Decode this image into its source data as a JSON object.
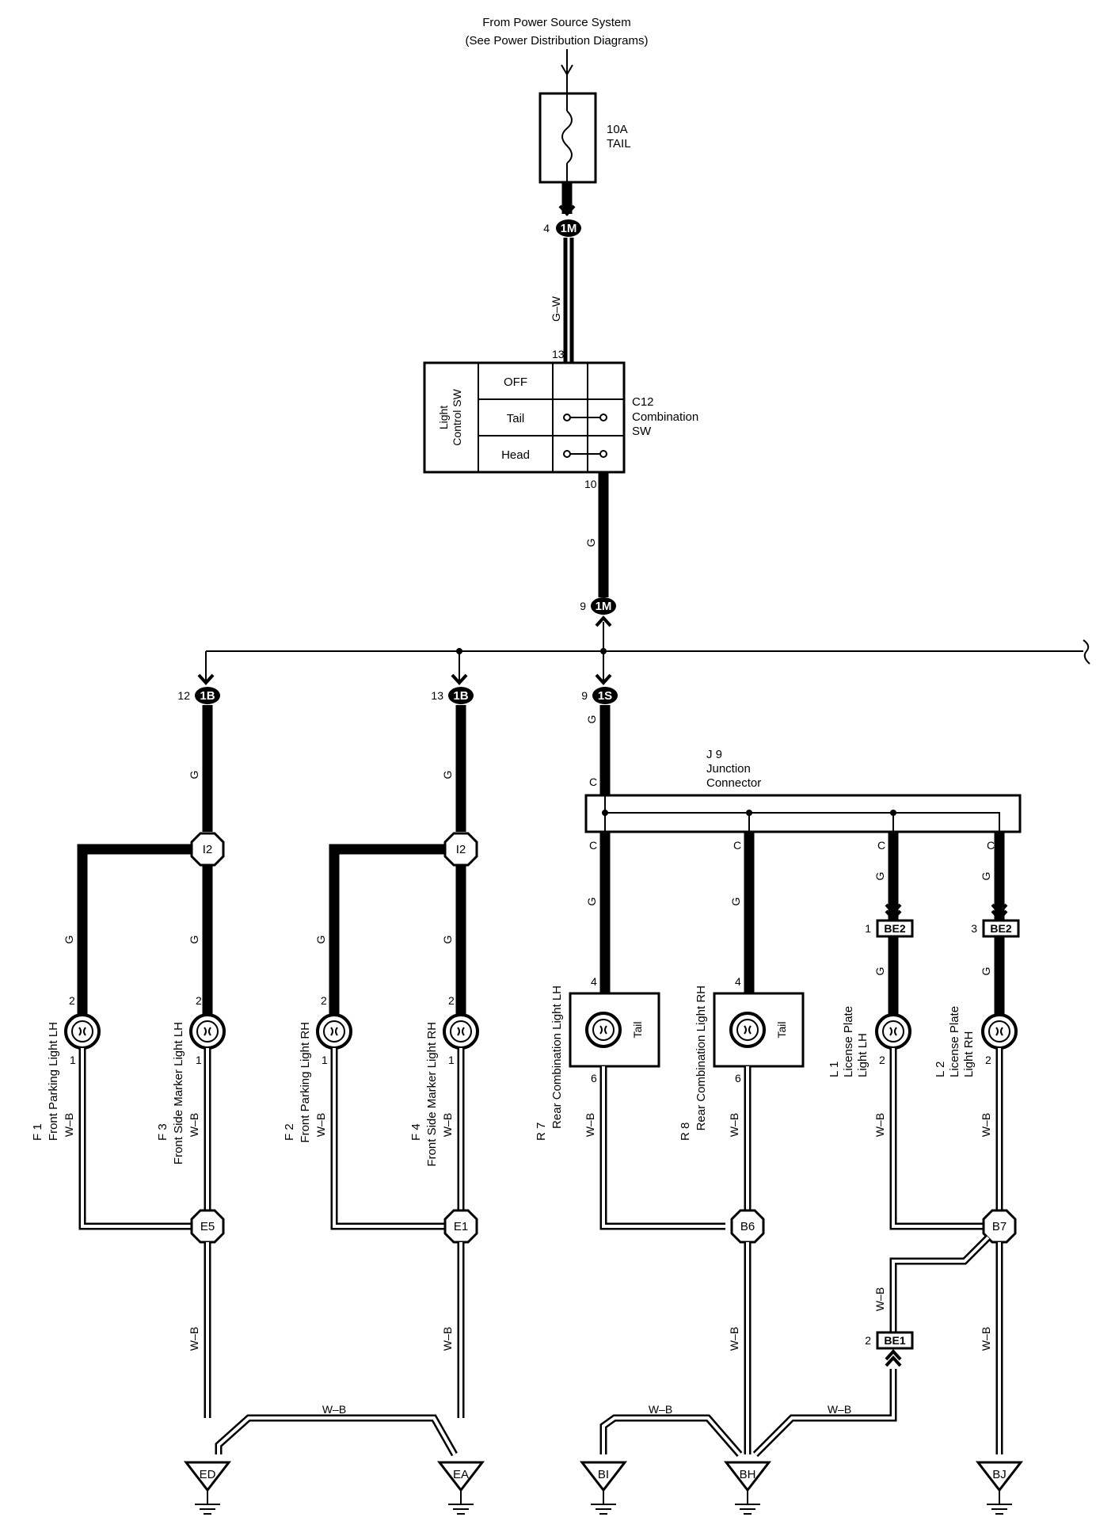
{
  "header": {
    "line1": "From Power Source System",
    "line2": "(See Power Distribution Diagrams)"
  },
  "fuse": {
    "rating": "10A",
    "name": "TAIL"
  },
  "wire_colors": {
    "gw": "G–W",
    "g": "G",
    "wb": "W–B"
  },
  "connectors": {
    "c1M": "1M",
    "c1B": "1B",
    "c1S": "1S",
    "cI2": "I2",
    "cE5": "E5",
    "cE1": "E1",
    "cB6": "B6",
    "cB7": "B7",
    "cBE2": "BE2",
    "cBE1": "BE1"
  },
  "grounds": {
    "ED": "ED",
    "EA": "EA",
    "BI": "BI",
    "BH": "BH",
    "BJ": "BJ"
  },
  "pins": {
    "p4": "4",
    "p13": "13",
    "p10": "10",
    "p9": "9",
    "p12": "12",
    "p2": "2",
    "p1": "1",
    "p6": "6",
    "p3": "3"
  },
  "switch": {
    "side_label_1": "Light",
    "side_label_2": "Control SW",
    "rows": [
      "OFF",
      "Tail",
      "Head"
    ],
    "code": "C12",
    "name_1": "Combination",
    "name_2": "SW"
  },
  "junction": {
    "code": "J 9",
    "name_1": "Junction",
    "name_2": "Connector",
    "pin": "C"
  },
  "components": {
    "f1": {
      "code": "F 1",
      "name": "Front Parking Light LH"
    },
    "f3": {
      "code": "F 3",
      "name": "Front Side Marker Light LH"
    },
    "f2": {
      "code": "F 2",
      "name": "Front Parking Light RH"
    },
    "f4": {
      "code": "F 4",
      "name": "Front Side Marker Light RH"
    },
    "r7": {
      "code": "R 7",
      "name": "Rear Combination Light LH",
      "inner": "Tail"
    },
    "r8": {
      "code": "R 8",
      "name": "Rear Combination Light RH",
      "inner": "Tail"
    },
    "l1": {
      "code": "L 1",
      "name_1": "License Plate",
      "name_2": "Light LH"
    },
    "l2": {
      "code": "L 2",
      "name_1": "License Plate",
      "name_2": "Light RH"
    }
  }
}
